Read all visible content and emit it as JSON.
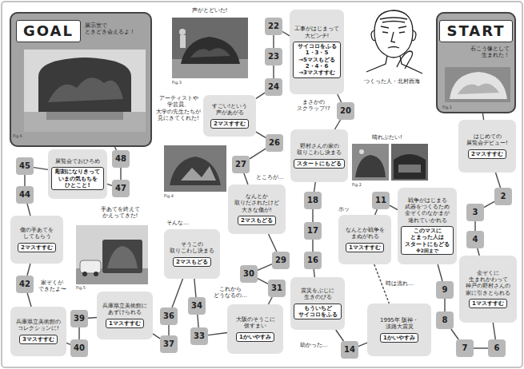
{
  "diagram": {
    "nodes": [
      {
        "text": [
          "石こう像として 生まれた！"
        ]
      },
      {
        "text": [
          "START"
        ],
        "in": 0
      },
      {
        "text": [
          "はじめての 展覧会デビュー!"
        ]
      },
      {
        "text": [
          "2マスすすむ"
        ],
        "in": 2
      },
      {
        "text": [
          "2"
        ]
      },
      {
        "text": [
          "3"
        ]
      },
      {
        "text": [
          "4"
        ]
      },
      {
        "text": [
          "金ぞくに 生まれかわって 神戸の野村さんの 家に引きとられる"
        ]
      },
      {
        "text": [
          "1マスすすむ"
        ],
        "in": 7
      },
      {
        "text": [
          "6"
        ]
      },
      {
        "text": [
          "7"
        ]
      },
      {
        "text": [
          "8"
        ]
      },
      {
        "text": [
          "9"
        ]
      },
      {
        "text": [
          "戦争がはじまる 武器をつくるため 金ぞくのなかまが 連れていかれる"
        ]
      },
      {
        "text": [
          "このマスに とまった人は スタートにもどる",
          "※2回まで"
        ],
        "in": 13
      },
      {
        "text": [
          "11"
        ]
      },
      {
        "text": [
          "なんとか戦争を まぬがれる"
        ]
      },
      {
        "text": [
          "1マスすすむ"
        ],
        "in": 16
      },
      {
        "text": [
          "1995年 阪神・淡路大震災"
        ]
      },
      {
        "text": [
          "1かいやすみ"
        ],
        "in": 18
      },
      {
        "text": [
          "14"
        ]
      },
      {
        "text": [
          "震災をぶじに 生きのびる"
        ]
      },
      {
        "text": [
          "もういちど サイコロをふる"
        ],
        "in": 21
      },
      {
        "text": [
          "16"
        ]
      },
      {
        "text": [
          "17"
        ]
      },
      {
        "text": [
          "18"
        ]
      },
      {
        "text": [
          "野村さんの家の 取りこわし決まる"
        ]
      },
      {
        "text": [
          "スタートにもどる"
        ],
        "in": 26
      },
      {
        "text": [
          "20"
        ]
      },
      {
        "text": [
          "工事がはじまって 大ピンチ!"
        ]
      },
      {
        "text": [
          "サイコロをふる 1・3・5 →5マスもどる 2・4・6 →3マスすすむ"
        ],
        "in": 29
      },
      {
        "text": [
          "22"
        ]
      },
      {
        "text": [
          "23"
        ]
      },
      {
        "text": [
          "24"
        ]
      },
      {
        "text": [
          "すごい!という 声があがる"
        ]
      },
      {
        "text": [
          "2マスすすむ"
        ],
        "in": 34
      },
      {
        "text": [
          "26"
        ]
      },
      {
        "text": [
          "27"
        ]
      },
      {
        "text": [
          "なんとか 取りだされたけど 大きな傷が!"
        ]
      },
      {
        "text": [
          "2マスもどる"
        ],
        "in": 38
      },
      {
        "text": [
          "29"
        ]
      },
      {
        "text": [
          "30"
        ]
      },
      {
        "text": [
          "31"
        ]
      },
      {
        "text": [
          "大阪のそうこに 仮すまい"
        ]
      },
      {
        "text": [
          "1かいやすみ"
        ],
        "in": 43
      },
      {
        "text": [
          "33"
        ]
      },
      {
        "text": [
          "34"
        ]
      },
      {
        "text": [
          "そうこの 取りこわし決まる"
        ]
      },
      {
        "text": [
          "2マスもどる"
        ],
        "in": 47
      },
      {
        "text": [
          "36"
        ]
      },
      {
        "text": [
          "37"
        ]
      },
      {
        "text": [
          "兵庫県立美術館に あずけられる"
        ]
      },
      {
        "text": [
          "1マスすすむ"
        ],
        "in": 51
      },
      {
        "text": [
          "39"
        ]
      },
      {
        "text": [
          "40"
        ]
      },
      {
        "text": [
          "兵庫県立美術館の コレクションに!"
        ]
      },
      {
        "text": [
          "3マスすすむ"
        ],
        "in": 55
      },
      {
        "text": [
          "42"
        ]
      },
      {
        "text": [
          "傷の手あてを してもらう"
        ]
      },
      {
        "text": [
          "2マスすすむ"
        ],
        "in": 58
      },
      {
        "text": [
          "44"
        ]
      },
      {
        "text": [
          "45"
        ]
      },
      {
        "text": [
          "展覧会でおひろめ"
        ]
      },
      {
        "text": [
          "彫刻になりきって いまの気もちを ひとこと!"
        ],
        "in": 62
      },
      {
        "text": [
          "47"
        ]
      },
      {
        "text": [
          "48"
        ]
      },
      {
        "text": [
          "展示室で ときどき会えるよ！"
        ]
      },
      {
        "text": [
          "GOAL"
        ],
        "in": 66
      }
    ],
    "edges": [
      {
        "from": 0,
        "to": 2,
        "arrow": "none"
      },
      {
        "from": 2,
        "to": 4,
        "arrow": "none"
      },
      {
        "from": 4,
        "to": 5,
        "arrow": "none"
      },
      {
        "from": 5,
        "to": 6,
        "arrow": "none"
      },
      {
        "from": 6,
        "to": 7,
        "arrow": "none"
      },
      {
        "from": 7,
        "to": 9,
        "arrow": "none"
      },
      {
        "from": 9,
        "to": 10,
        "arrow": "none"
      },
      {
        "from": 10,
        "to": 11,
        "arrow": "none"
      },
      {
        "from": 11,
        "to": 12,
        "arrow": "none"
      },
      {
        "from": 12,
        "to": 13,
        "arrow": "none"
      },
      {
        "from": 13,
        "to": 15,
        "arrow": "none"
      },
      {
        "from": 15,
        "to": 16,
        "arrow": "none"
      },
      {
        "from": 16,
        "to": 18,
        "label": "時は流れ…",
        "arrow": "none"
      },
      {
        "from": 18,
        "to": 20,
        "arrow": "none"
      },
      {
        "from": 20,
        "to": 21,
        "arrow": "none"
      },
      {
        "from": 21,
        "to": 23,
        "arrow": "none"
      },
      {
        "from": 23,
        "to": 24,
        "arrow": "none"
      },
      {
        "from": 24,
        "to": 25,
        "arrow": "none"
      },
      {
        "from": 25,
        "to": 26,
        "arrow": "none"
      },
      {
        "from": 26,
        "to": 28,
        "arrow": "none"
      },
      {
        "from": 28,
        "to": 29,
        "arrow": "none"
      },
      {
        "from": 29,
        "to": 31,
        "arrow": "none"
      },
      {
        "from": 31,
        "to": 32,
        "arrow": "none"
      },
      {
        "from": 32,
        "to": 33,
        "arrow": "none"
      },
      {
        "from": 33,
        "to": 34,
        "arrow": "none"
      },
      {
        "from": 34,
        "to": 36,
        "arrow": "none"
      },
      {
        "from": 36,
        "to": 37,
        "arrow": "none"
      },
      {
        "from": 37,
        "to": 38,
        "arrow": "none"
      },
      {
        "from": 38,
        "to": 40,
        "arrow": "none"
      },
      {
        "from": 40,
        "to": 41,
        "arrow": "none"
      },
      {
        "from": 41,
        "to": 42,
        "arrow": "none"
      },
      {
        "from": 42,
        "to": 43,
        "arrow": "none"
      },
      {
        "from": 43,
        "to": 45,
        "arrow": "none"
      },
      {
        "from": 45,
        "to": 46,
        "arrow": "none"
      },
      {
        "from": 46,
        "to": 47,
        "arrow": "none"
      },
      {
        "from": 47,
        "to": 49,
        "arrow": "none"
      },
      {
        "from": 49,
        "to": 50,
        "arrow": "none"
      },
      {
        "from": 50,
        "to": 51,
        "arrow": "none"
      },
      {
        "from": 51,
        "to": 53,
        "arrow": "none"
      },
      {
        "from": 53,
        "to": 54,
        "arrow": "none"
      },
      {
        "from": 54,
        "to": 55,
        "arrow": "none"
      },
      {
        "from": 55,
        "to": 57,
        "arrow": "none"
      },
      {
        "from": 57,
        "to": 58,
        "arrow": "none"
      },
      {
        "from": 58,
        "to": 60,
        "arrow": "none"
      },
      {
        "from": 60,
        "to": 61,
        "arrow": "none"
      },
      {
        "from": 61,
        "to": 62,
        "arrow": "none"
      },
      {
        "from": 62,
        "to": 64,
        "arrow": "none"
      },
      {
        "from": 64,
        "to": 65,
        "arrow": "none"
      },
      {
        "from": 65,
        "to": 66,
        "arrow": "none"
      }
    ],
    "labels": [
      "声がとどいた!",
      "アーティストや 学芸員、 大学の先生たちが 見にきてくれた!",
      "まさかの スクラップ!?",
      "つくった人・北村西海",
      "晴れぶたい!",
      "ところが…",
      "ホッ",
      "そんな…",
      "手あてを終えて かえってきた!",
      "これから どうなるの…",
      "助かった…",
      "家ぞくが できたよ〜",
      "Fig.1",
      "Fig.2",
      "Fig.3",
      "Fig.4",
      "Fig.5",
      "Fig.6"
    ]
  }
}
